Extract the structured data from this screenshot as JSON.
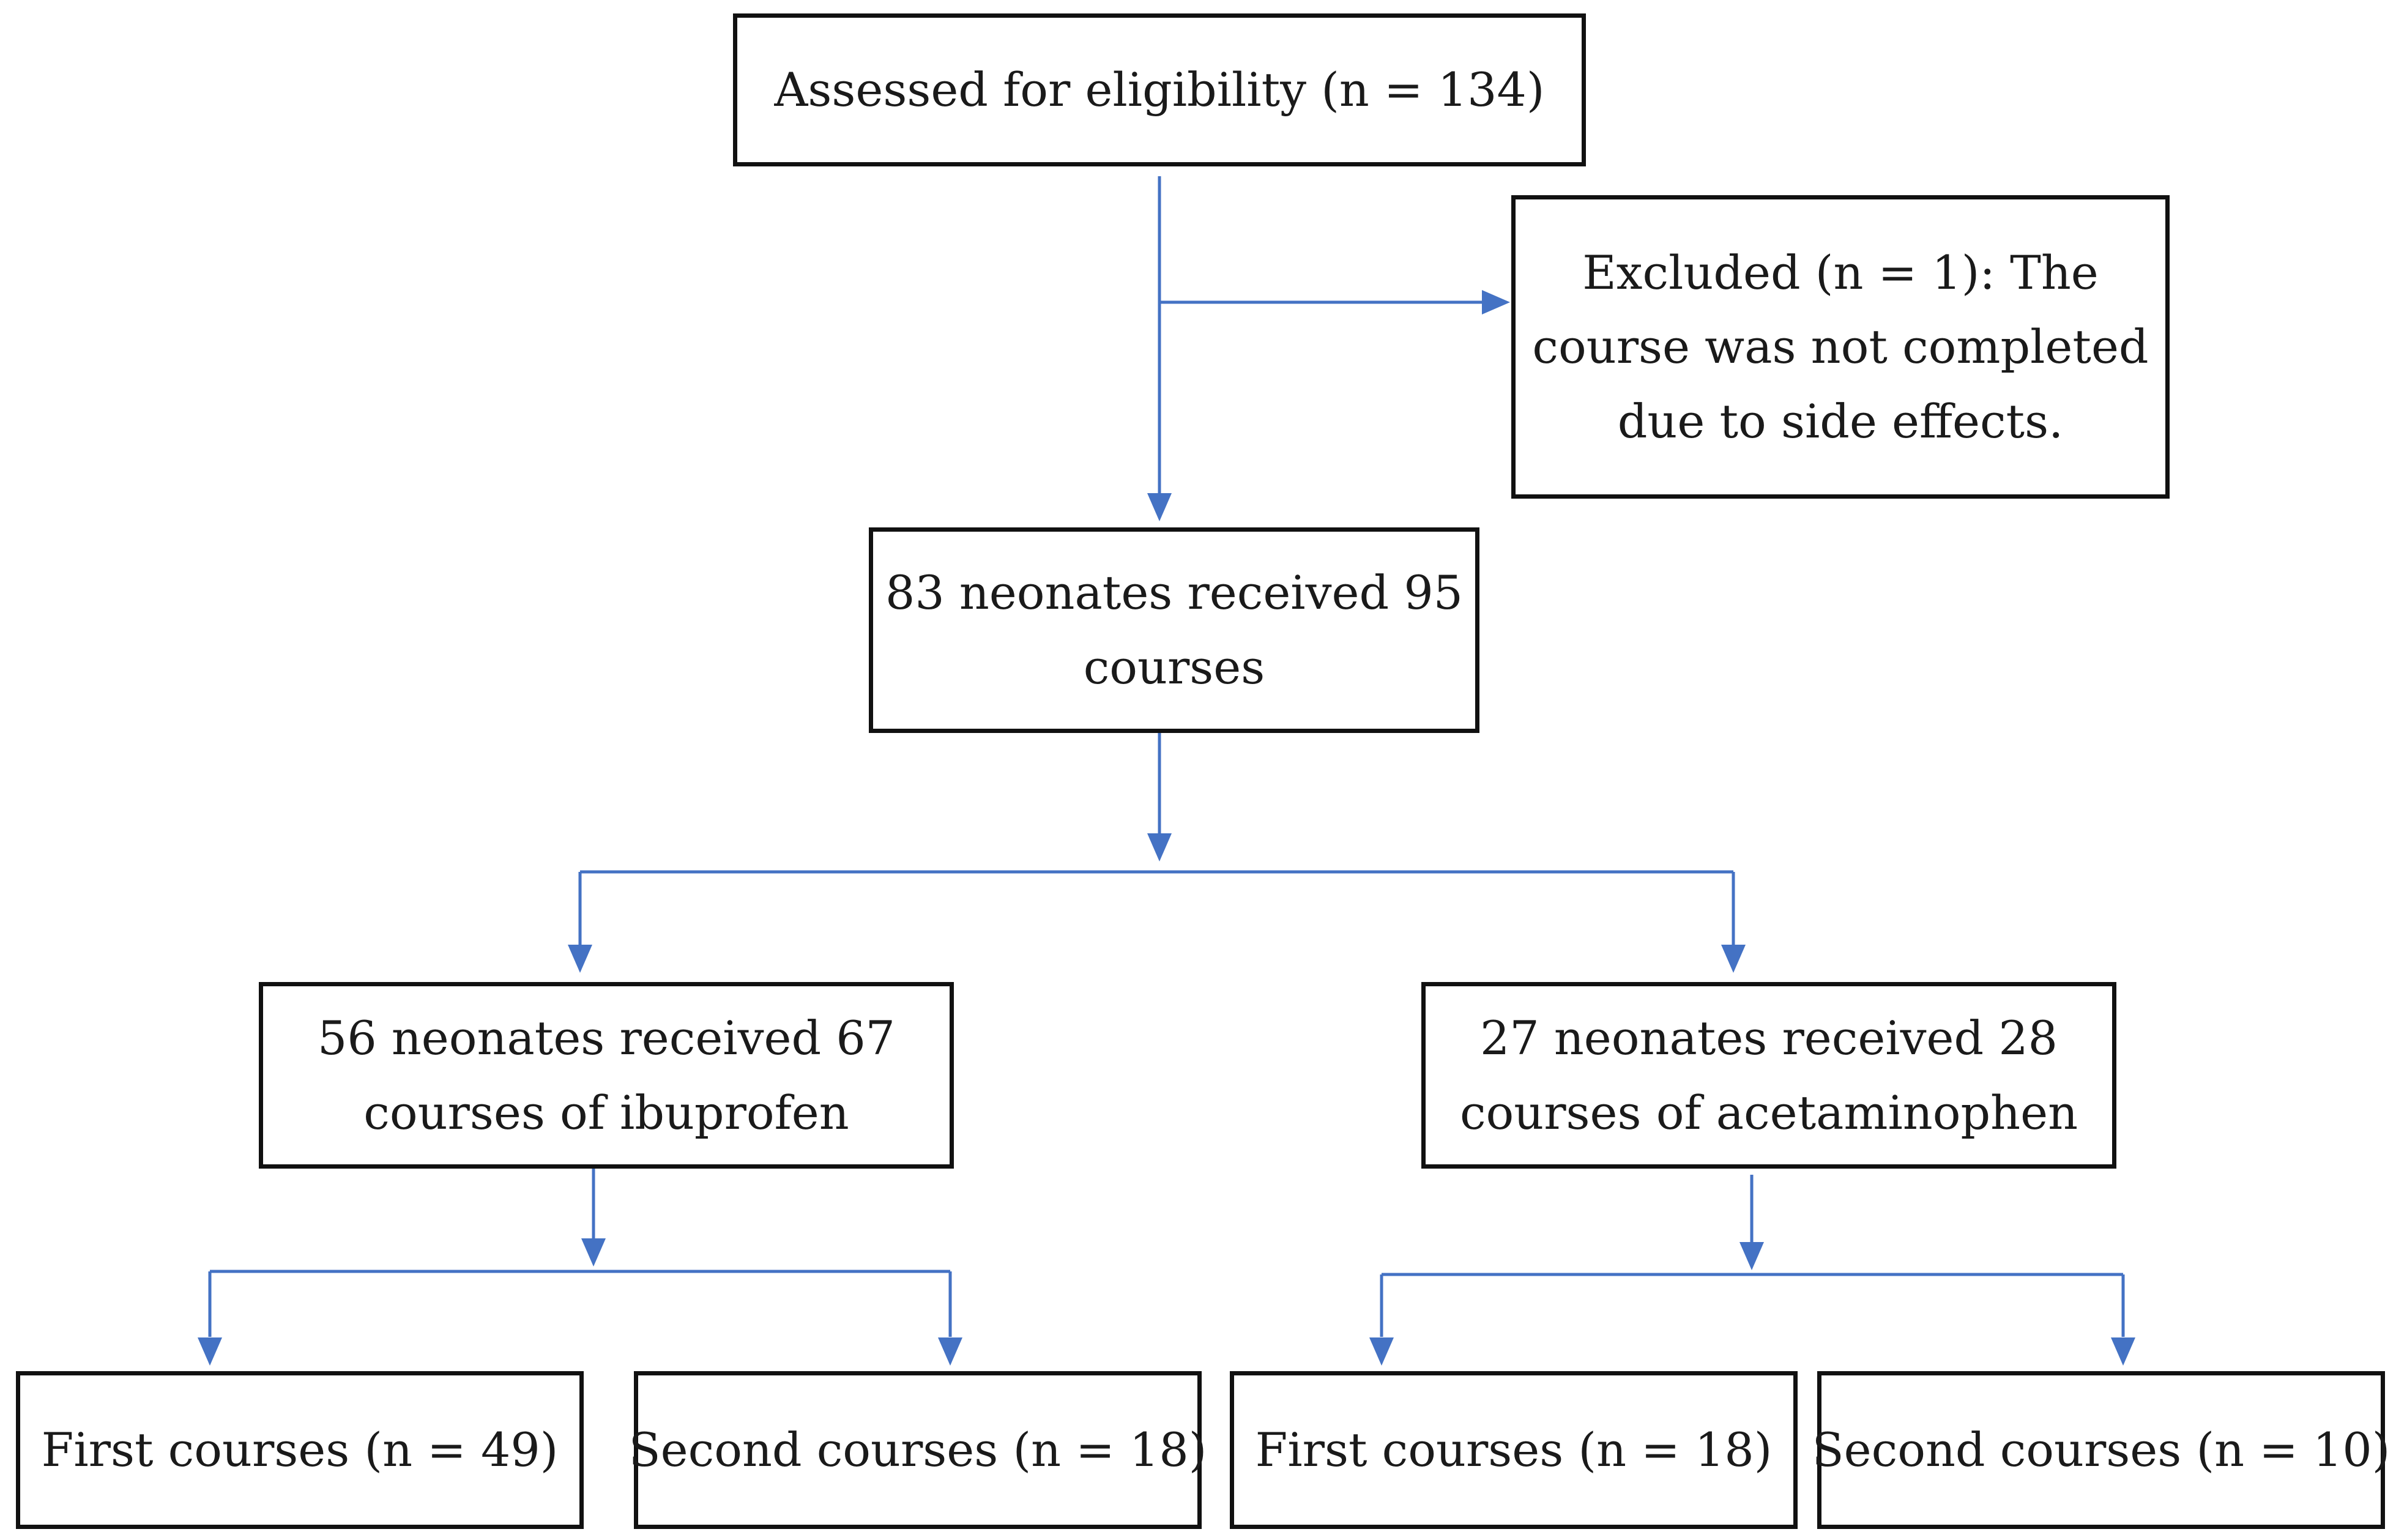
{
  "diagram": {
    "assessed": {
      "lines": [
        "Assessed for eligibility (n = 134)"
      ]
    },
    "excluded": {
      "lines": [
        "Excluded (n = 1): The",
        "course was not completed",
        "due to side effects."
      ]
    },
    "received": {
      "lines": [
        "83 neonates received 95",
        "courses"
      ]
    },
    "ibuprofen": {
      "lines": [
        "56 neonates received 67",
        "courses of ibuprofen"
      ]
    },
    "acetaminophen": {
      "lines": [
        "27 neonates received 28",
        "courses of acetaminophen"
      ]
    },
    "ibu_first": {
      "lines": [
        "First courses (n = 49)"
      ]
    },
    "ibu_second": {
      "lines": [
        "Second courses (n = 18)"
      ]
    },
    "acet_first": {
      "lines": [
        "First courses (n = 18)"
      ]
    },
    "acet_second": {
      "lines": [
        "Second courses (n = 10)"
      ]
    }
  },
  "colors": {
    "connector": "#4472c4",
    "box_border": "#111111"
  }
}
